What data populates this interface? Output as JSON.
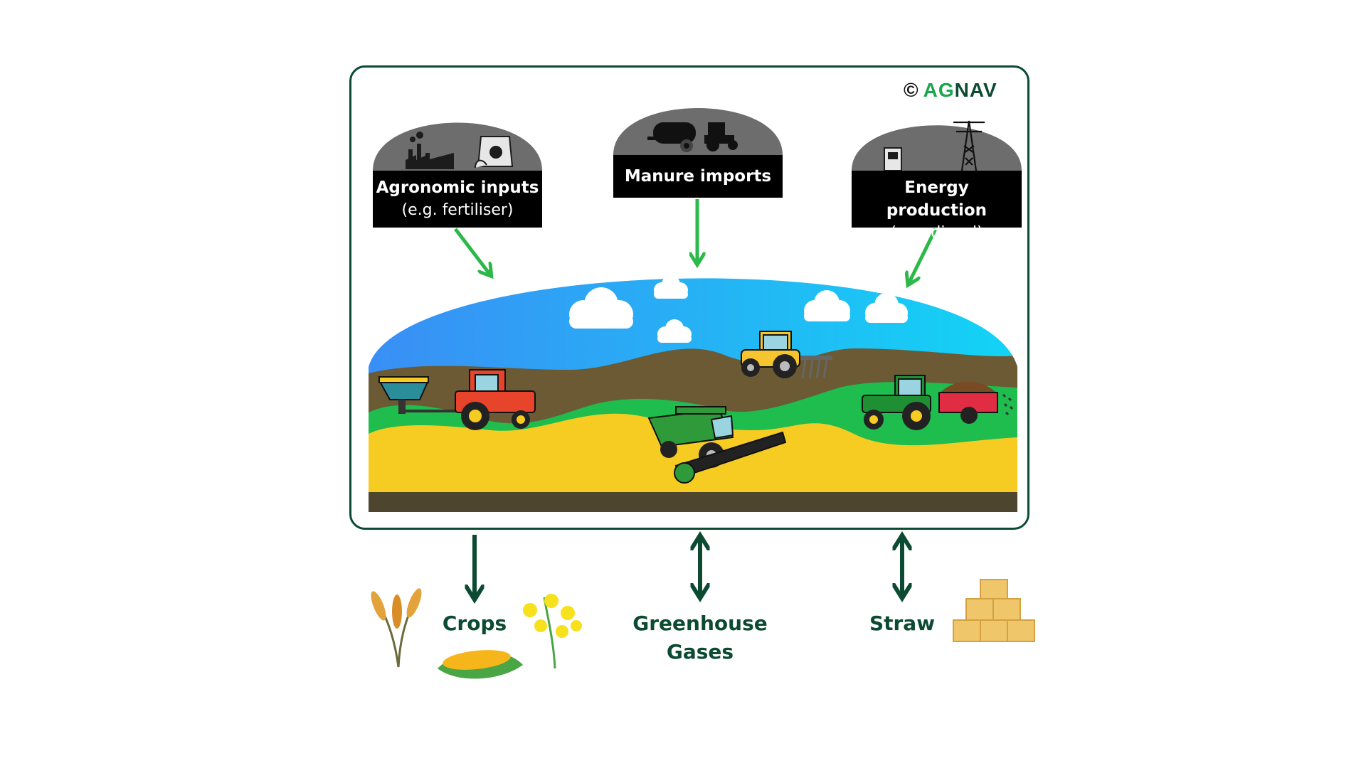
{
  "brand": {
    "copyright": "©",
    "name_part1": "AG",
    "name_part2": "NAV"
  },
  "inputs": [
    {
      "title": "Agronomic inputs",
      "subtitle": "(e.g. fertiliser)",
      "icons": [
        "factory-icon",
        "fertiliser-bag-icon"
      ]
    },
    {
      "title": "Manure imports",
      "subtitle": "",
      "icons": [
        "slurry-tanker-icon",
        "tractor-icon"
      ]
    },
    {
      "title": "Energy production",
      "subtitle": "(e.g. diesel)",
      "icons": [
        "fuel-pump-icon",
        "power-pylon-icon"
      ]
    }
  ],
  "outputs": [
    {
      "label": "Crops",
      "arrow": "out",
      "icons": [
        "wheat-icon",
        "corn-icon",
        "rapeseed-flower-icon"
      ]
    },
    {
      "label_line1": "Greenhouse",
      "label_line2": "Gases",
      "arrow": "both"
    },
    {
      "label": "Straw",
      "arrow": "both",
      "icons": [
        "straw-bales-icon"
      ]
    }
  ],
  "scene_icons": [
    "cloud-icon",
    "red-tractor-spreader-icon",
    "yellow-tractor-cultivator-icon",
    "green-combine-harvester-icon",
    "green-tractor-manure-spreader-icon"
  ],
  "colors": {
    "frame": "#0c4a32",
    "input_arrow": "#2db84a",
    "output_arrow": "#0c4a32",
    "label_bg": "#000000",
    "hill_grey": "#6d6d6d"
  }
}
